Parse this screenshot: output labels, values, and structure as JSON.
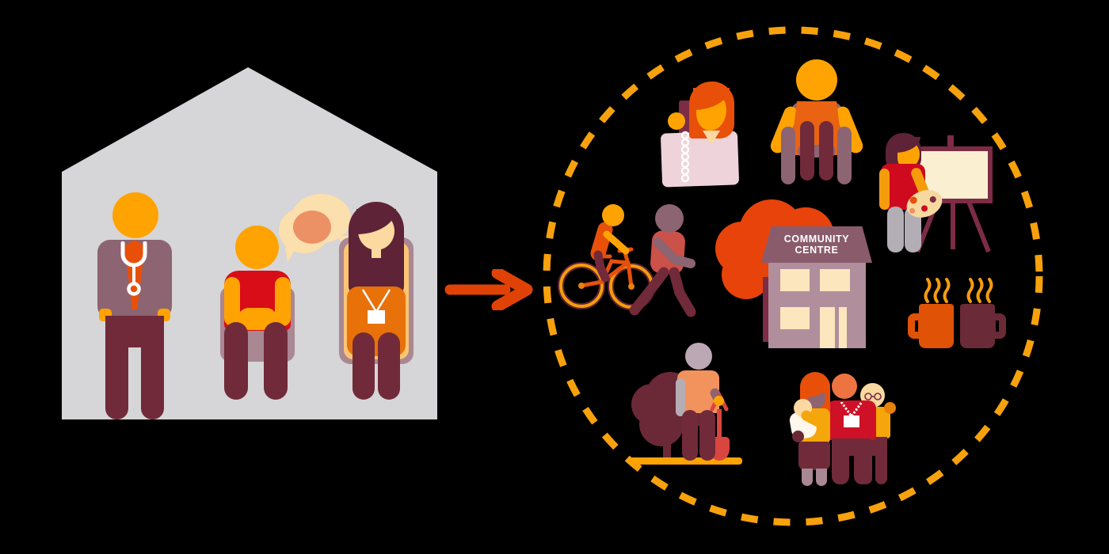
{
  "title": "GP consultation linking to community activities",
  "background": "#000000",
  "palette": {
    "house_grey": "#D6D5D7",
    "orange": "#FFA302",
    "orange_deep": "#E8500A",
    "arrow_orange": "#E04206",
    "dash_circle_amber": "#F7A10C",
    "red": "#D90D18",
    "crimson": "#CE1126",
    "maroon_legs": "#712A3A",
    "dark_maroon": "#5E2337",
    "mauve": "#8D6472",
    "light_mauve": "#A98793",
    "cream": "#FBD9A0",
    "cream_bubble": "#FBDFAC",
    "salmon_overlap": "#EC9165",
    "pink_notebook": "#EFD3DA",
    "tree_orange": "#E8430A",
    "building_mauve": "#B18E9C",
    "roof_mauve": "#8A5C6B",
    "window_cream": "#FBE6BE",
    "mug_orange": "#E05206",
    "mug_maroon": "#6B2A38",
    "shovel_red": "#D9453F",
    "white": "#FFFFFF"
  },
  "house_scene": {
    "name": "gp surgery consultation",
    "figures": [
      "doctor with stethoscope and tie",
      "seated patient in red shirt",
      "seated link worker with lanyard ID badge"
    ],
    "speech_bubbles": 2
  },
  "flow": {
    "arrow_direction": "right"
  },
  "community_circle": {
    "sign": {
      "line1": "COMMUNITY",
      "line2": "CENTRE"
    },
    "activities": [
      "reading and journaling",
      "wheelchair user",
      "art class at easel",
      "cycling and walking",
      "community centre with tree",
      "coffee meet-up two mugs",
      "gardening with spade",
      "family group with baby and grandparent"
    ]
  }
}
